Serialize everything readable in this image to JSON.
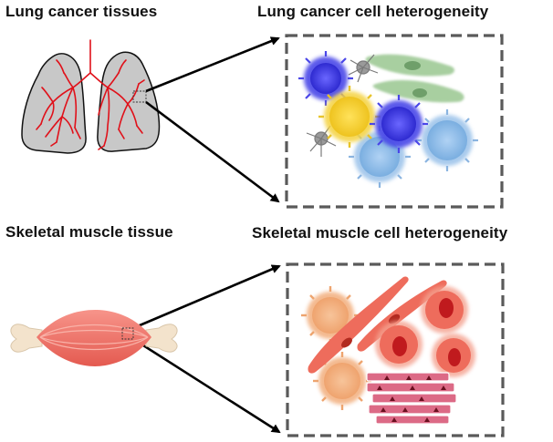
{
  "labels": {
    "lung_tissue": "Lung cancer tissues",
    "lung_heterogeneity": "Lung cancer cell heterogeneity",
    "muscle_tissue": "Skeletal muscle tissue",
    "muscle_heterogeneity": "Skeletal muscle cell heterogeneity"
  },
  "colors": {
    "lung_fill": "#c8c8c8",
    "airway": "#e0111a",
    "box_border": "#5a5a5a",
    "arrow": "#000000",
    "muscle": "#f07064",
    "tendon": "#f3e3cc",
    "tumor_blue": "#4a46e8",
    "tumor_yellow": "#f4d23c",
    "tumor_lightblue": "#93bde8",
    "fibroblast": "#a8cfa0",
    "neuron_gray": "#9a9a9a",
    "muscle_cell_orange": "#f2ad7c",
    "muscle_cell_red": "#ee6c5c",
    "muscle_cell_pink": "#dc6a86"
  }
}
